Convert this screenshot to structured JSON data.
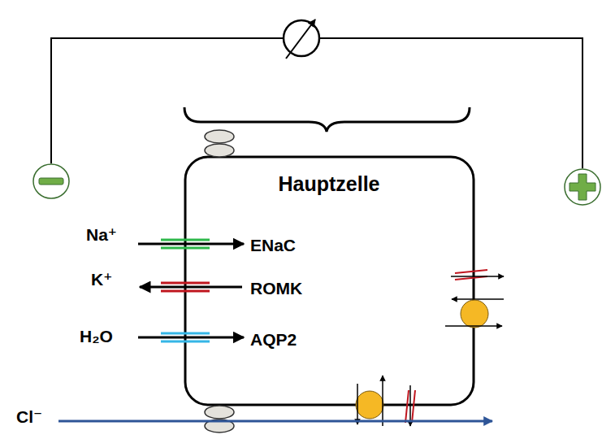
{
  "diagram": {
    "nodes": [
      {
        "text": [
          "Hauptzelle"
        ]
      }
    ],
    "labels": [
      "Na⁺",
      "K⁺",
      "H₂O",
      "ENaC",
      "ROMK",
      "AQP2",
      "Cl⁻"
    ]
  }
}
